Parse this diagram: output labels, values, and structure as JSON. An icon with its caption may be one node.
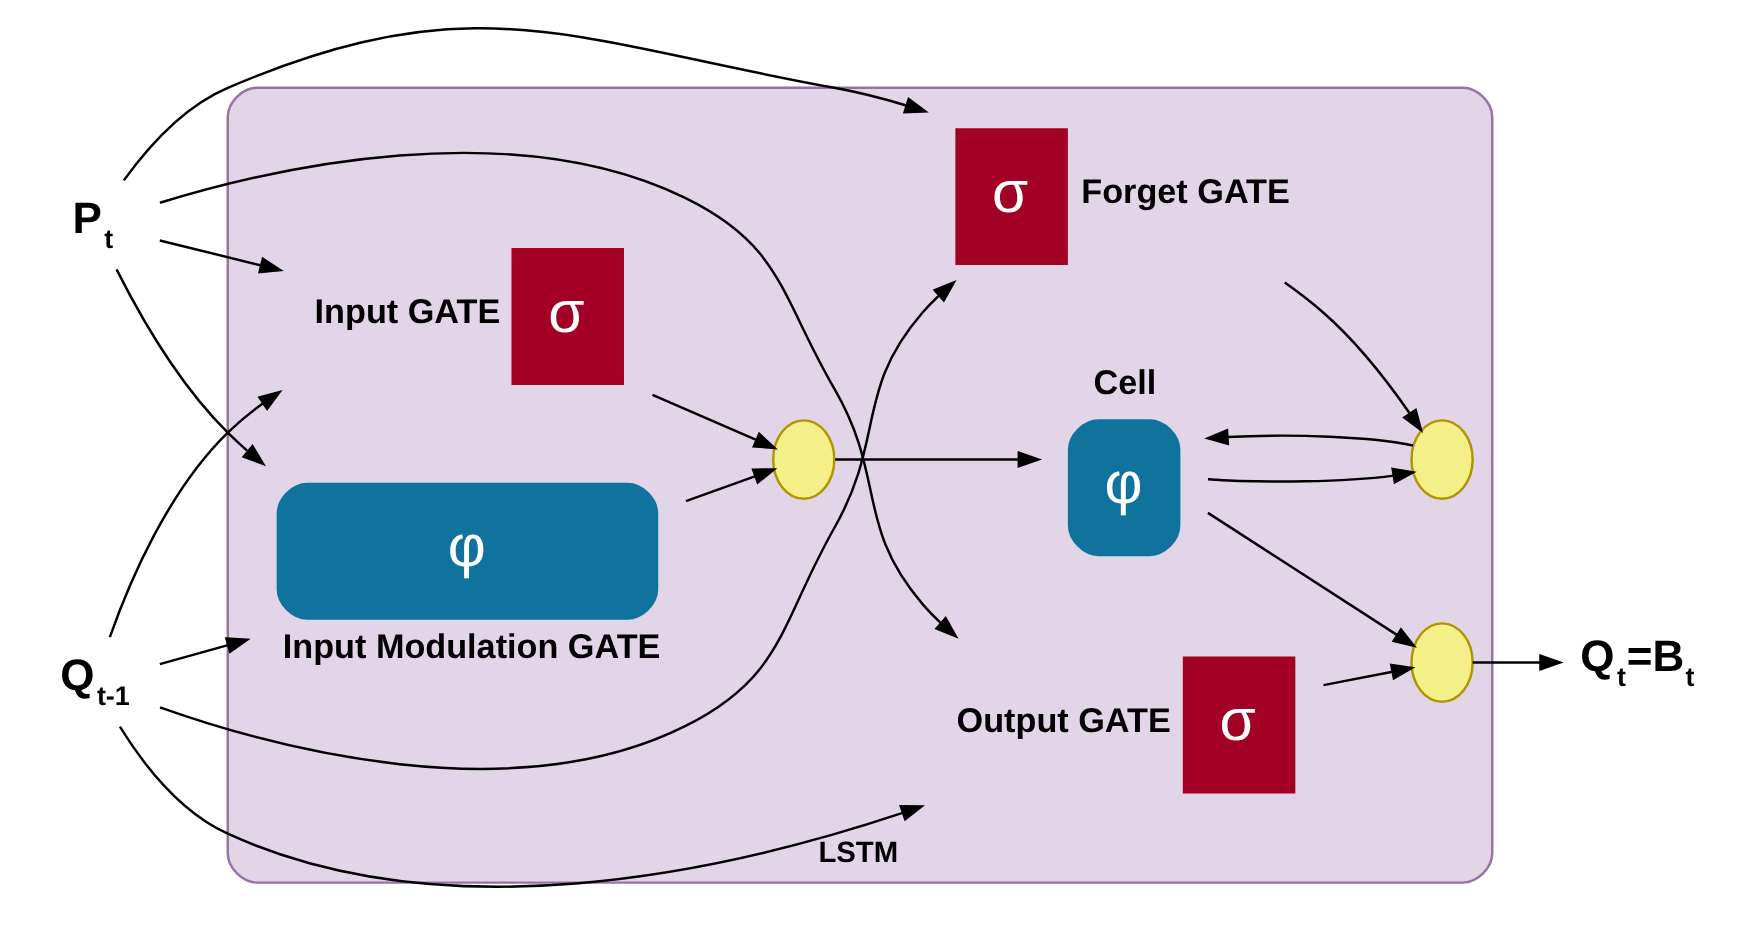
{
  "diagram": {
    "nodes": [
      {
        "text": [
          "LSTM"
        ]
      },
      {
        "text": [
          "P$_{t}$"
        ]
      },
      {
        "text": [
          "Q$_{t-1}$"
        ]
      },
      {
        "text": [
          "σ"
        ],
        "beside": [
          "Input GATE"
        ],
        "in": 0
      },
      {
        "text": [
          "σ"
        ],
        "beside": [
          "Output GATE"
        ],
        "in": 0
      },
      {
        "text": [
          "φ"
        ],
        "beside": [
          "Input Modulation GATE"
        ],
        "in": 0
      },
      {
        "text": [],
        "shape": "circle",
        "in": 0
      },
      {
        "text": [
          "φ"
        ],
        "beside": [
          "Cell"
        ],
        "in": 0
      },
      {
        "text": [],
        "shape": "circle",
        "in": 0
      },
      {
        "text": [],
        "shape": "circle",
        "in": 0
      },
      {
        "text": [
          "σ"
        ],
        "beside": [
          "Forget GATE"
        ],
        "in": 0
      },
      {
        "text": [
          "Q$_{t}$=B$_{t}$"
        ]
      }
    ],
    "edges": [
      {
        "from": 1,
        "to": 3,
        "arrow": "to"
      },
      {
        "from": 2,
        "to": 3,
        "arrow": "to"
      },
      {
        "from": 1,
        "to": 4,
        "arrow": "to"
      },
      {
        "from": 2,
        "to": 4,
        "arrow": "to"
      },
      {
        "from": 1,
        "to": 5,
        "arrow": "to"
      },
      {
        "from": 2,
        "to": 5,
        "arrow": "to"
      },
      {
        "from": 1,
        "to": 10,
        "arrow": "to"
      },
      {
        "from": 2,
        "to": 10,
        "arrow": "to"
      },
      {
        "from": 3,
        "to": 6,
        "arrow": "to"
      },
      {
        "from": 5,
        "to": 6,
        "arrow": "to"
      },
      {
        "from": 6,
        "to": 7,
        "arrow": "to"
      },
      {
        "from": 7,
        "to": 8,
        "arrow": "to"
      },
      {
        "from": 4,
        "to": 8,
        "arrow": "to"
      },
      {
        "from": 8,
        "to": 11,
        "arrow": "to"
      },
      {
        "from": 10,
        "to": 9,
        "arrow": "to"
      },
      {
        "from": 7,
        "to": 9,
        "arrow": "to"
      },
      {
        "from": 9,
        "to": 7,
        "arrow": "to"
      }
    ]
  }
}
